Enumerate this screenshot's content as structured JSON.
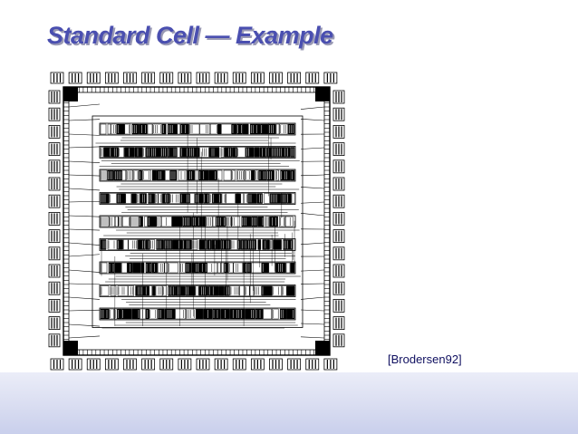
{
  "slide": {
    "title": "Standard Cell — Example",
    "citation": "[Brodersen92]",
    "colors": {
      "title": "#4a4fb0",
      "title_shadow": "#9a9ab4",
      "citation": "#101060",
      "footer_band": "#d9ddf1"
    }
  },
  "layout_image": {
    "description_icon": "chip-layout-image",
    "cell_rows": 9
  }
}
